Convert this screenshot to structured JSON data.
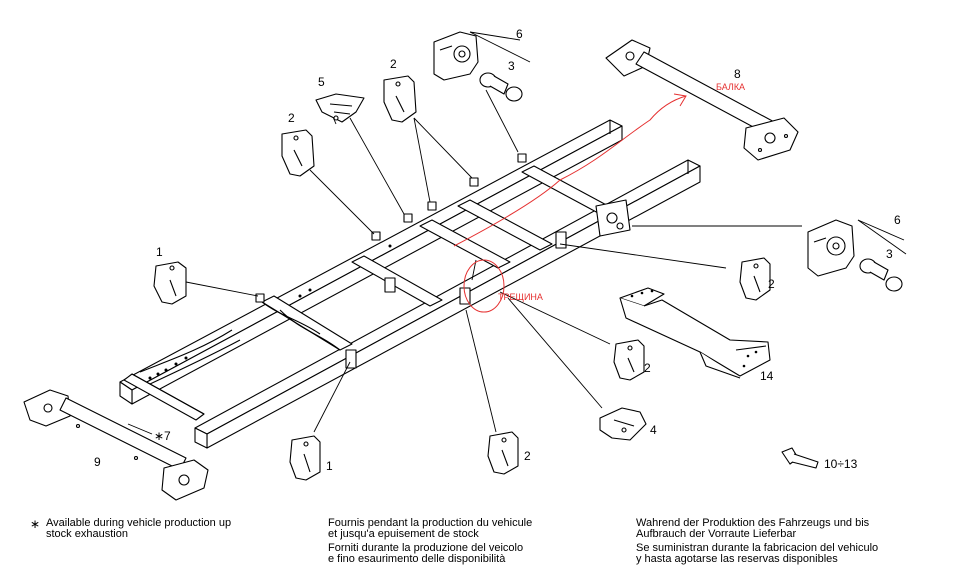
{
  "callouts": {
    "c1a": "1",
    "c1b": "1",
    "c2a": "2",
    "c2b": "2",
    "c2c": "2",
    "c2d": "2",
    "c2e": "2",
    "c3a": "3",
    "c3b": "3",
    "c4": "4",
    "c5": "5",
    "c6a": "6",
    "c6b": "6",
    "c7": "∗7",
    "c8": "8",
    "c9": "9",
    "c10": "10÷13",
    "c14": "14"
  },
  "annotations": {
    "beam": "БАЛКА",
    "crack": "ТРЕЩИНА"
  },
  "colors": {
    "annotation": "#e53030",
    "line": "#000000"
  },
  "footnotes": {
    "symbol": "∗",
    "en_1": "Available during vehicle production up",
    "en_2": "stock exhaustion",
    "fr_1": "Fournis pendant la production du vehicule",
    "fr_2": "et jusqu'a epuisement de stock",
    "it_1": "Forniti durante la produzione del veicolo",
    "it_2": "e fino esaurimento delle disponibilità",
    "de_1": "Wahrend der Produktion des Fahrzeugs und bis",
    "de_2": "Aufbrauch der Vorraute Lieferbar",
    "es_1": "Se suministran durante la fabricacion del vehiculo",
    "es_2": "y hasta agotarse las reservas disponibles"
  }
}
